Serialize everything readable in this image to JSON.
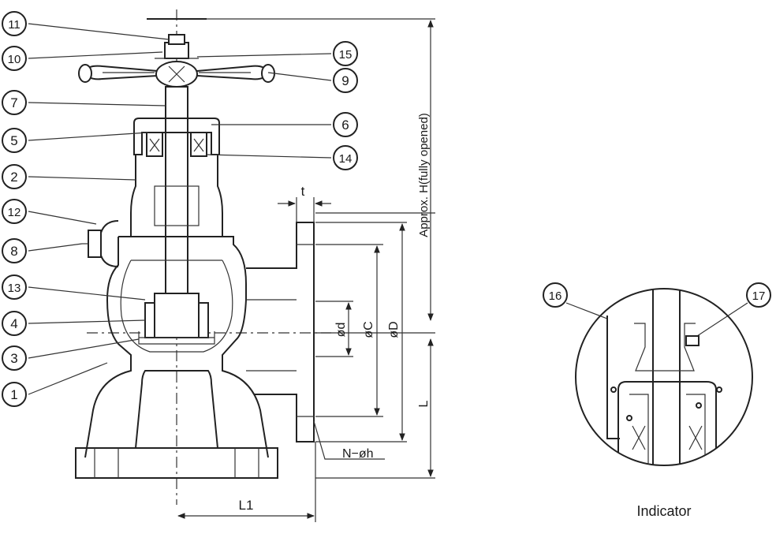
{
  "callouts": [
    {
      "id": "11",
      "label": "11"
    },
    {
      "id": "10",
      "label": "10"
    },
    {
      "id": "7",
      "label": "7"
    },
    {
      "id": "5",
      "label": "5"
    },
    {
      "id": "2",
      "label": "2"
    },
    {
      "id": "12",
      "label": "12"
    },
    {
      "id": "8",
      "label": "8"
    },
    {
      "id": "13",
      "label": "13"
    },
    {
      "id": "4",
      "label": "4"
    },
    {
      "id": "3",
      "label": "3"
    },
    {
      "id": "1",
      "label": "1"
    },
    {
      "id": "15",
      "label": "15"
    },
    {
      "id": "9",
      "label": "9"
    },
    {
      "id": "6",
      "label": "6"
    },
    {
      "id": "14",
      "label": "14"
    },
    {
      "id": "16",
      "label": "16"
    },
    {
      "id": "17",
      "label": "17"
    }
  ],
  "dimensions": {
    "t": "t",
    "d": "ød",
    "C": "øC",
    "D": "øD",
    "H": "Approx. H(fully opened)",
    "L": "L",
    "L1": "L1",
    "Nh": "N−øh"
  },
  "detail_caption": "Indicator"
}
